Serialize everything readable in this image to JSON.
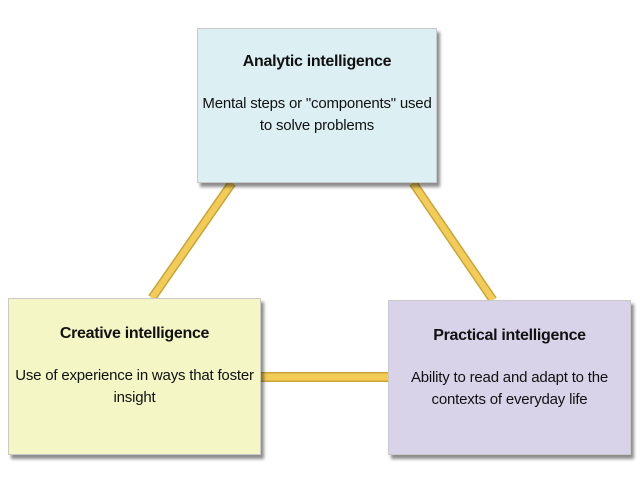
{
  "diagram": {
    "nodes": [
      {
        "id": "analytic",
        "title": "Analytic intelligence",
        "description": "Mental steps or \"components\" used to solve problems",
        "fill": "#dcf0f4"
      },
      {
        "id": "creative",
        "title": "Creative intelligence",
        "description": "Use of experience in ways that foster insight",
        "fill": "#f4f6c6"
      },
      {
        "id": "practical",
        "title": "Practical intelligence",
        "description": "Ability to read and adapt to the contexts of everyday life",
        "fill": "#d9d3ea"
      }
    ],
    "edges": [
      {
        "from": "analytic",
        "to": "creative"
      },
      {
        "from": "analytic",
        "to": "practical"
      },
      {
        "from": "creative",
        "to": "practical"
      }
    ],
    "connector_color": "#f2cc56",
    "connector_outline": "#c9a43a"
  }
}
